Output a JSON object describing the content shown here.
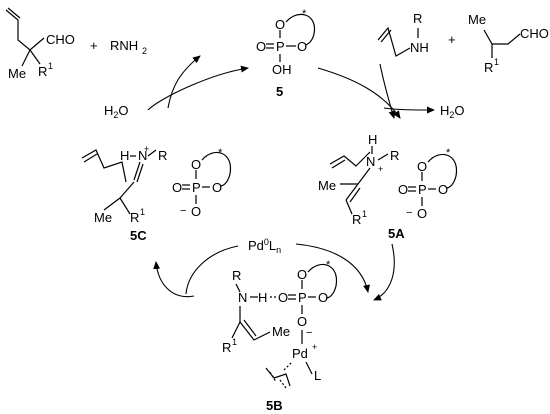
{
  "labels": {
    "cat_5": "5",
    "cat_5A": "5A",
    "cat_5B": "5B",
    "cat_5C": "5C",
    "pd0": "Pd",
    "pd0_sup": "0",
    "pd0_L": "L",
    "pd0_n": "n",
    "product_cho": "CHO",
    "product_me": "Me",
    "product_r1": "R",
    "r1_sup": "1",
    "plus": "+",
    "amine": "RNH",
    "amine_sub": "2",
    "water_in": "H",
    "water_out": "H",
    "h2o_2": "2",
    "h2o_O": "O",
    "allylamine_R": "R",
    "allylamine_NH": "NH",
    "aldehyde_me": "Me",
    "aldehyde_cho": "CHO",
    "aldehyde_r1": "R",
    "phos_O": "O",
    "phos_P": "P",
    "phos_OH": "OH",
    "star": "*",
    "minus": "−",
    "iminium_H": "H",
    "iminium_N": "N",
    "iminium_R": "R",
    "enammonium_N": "N",
    "enammonium_H": "H",
    "enammonium_R": "R",
    "me": "Me",
    "r1": "R",
    "b_R": "R",
    "b_NH": "N",
    "b_H": "H",
    "b_Pd": "Pd",
    "b_L": "L"
  }
}
